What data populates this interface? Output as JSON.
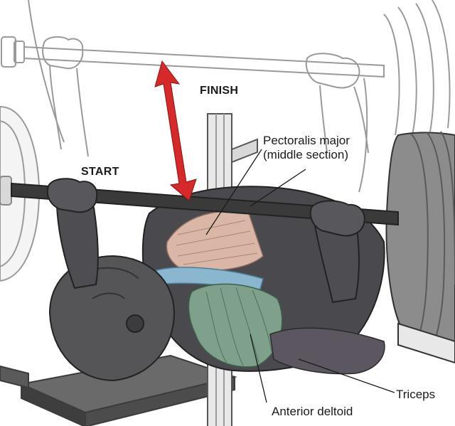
{
  "labels": {
    "finish": "FINISH",
    "start": "START",
    "pectoralis_line1": "Pectoralis major",
    "pectoralis_line2": "(middle section)",
    "triceps": "Triceps",
    "anterior_deltoid": "Anterior deltoid"
  },
  "colors": {
    "arrow": "#d62a2a",
    "pectoralis": "#d9b6a6",
    "deltoid": "#7fa08a",
    "clavicle_band": "#8ab6cf",
    "skin_dark": "#4a4a4e",
    "bar": "#3a3a3a",
    "line_art": "#9a9a9a"
  }
}
